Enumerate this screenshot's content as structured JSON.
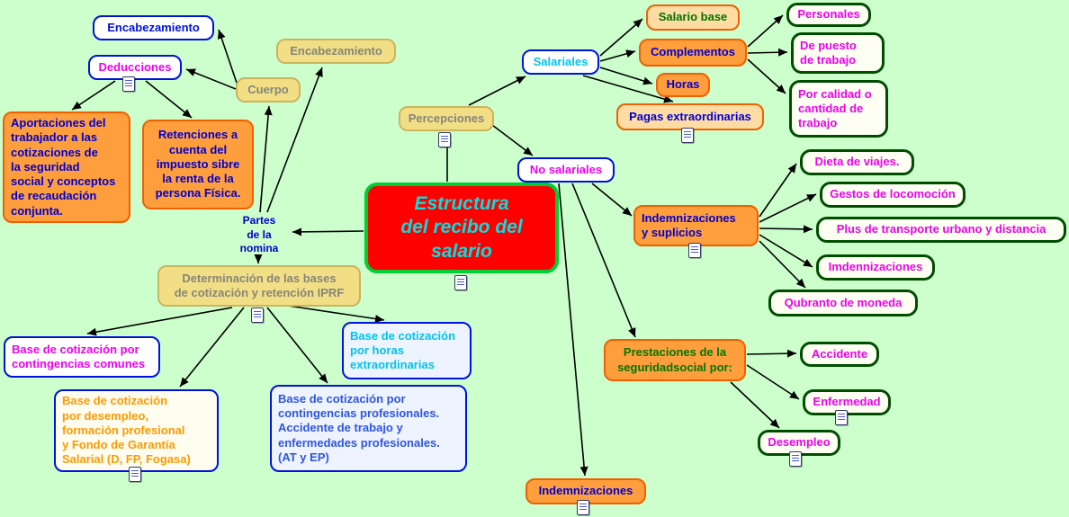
{
  "app": {
    "type": "concept-map"
  },
  "central_topic": "Estructura del recibo del salario",
  "colors": {
    "background": "#ccffcc",
    "central_bg": "#ff0000",
    "central_border": "#00cc33",
    "central_text": "#00e0e0",
    "blue_border": "#0011dd",
    "orange_fill": "#ff9e3d",
    "orange_border": "#f06000",
    "tan_fill": "#f2df85",
    "green_border": "#004d00",
    "magenta_text": "#ee00ee",
    "blue_text": "#0000d0"
  },
  "icons": {
    "resource": "document-icon"
  },
  "nodes": {
    "enc_blue": {
      "label": "Encabezamiento"
    },
    "deducciones": {
      "label": "Deducciones"
    },
    "enc_tan": {
      "label": "Encabezamiento"
    },
    "cuerpo": {
      "label": "Cuerpo"
    },
    "aportaciones": {
      "label": "Aportaciones del\ntrabajador a las\ncotizaciones de\nla seguridad\nsocial y conceptos\nde recaudación\nconjunta."
    },
    "retenciones": {
      "label": "Retenciones a\ncuenta del\nimpuesto sibre\nla renta de la\npersona Física."
    },
    "partes": {
      "label": "Partes\nde la\nnomina"
    },
    "determinacion": {
      "label": "Determinación de las bases\nde cotización y retención IPRF"
    },
    "base_comunes": {
      "label": "Base de cotización por\ncontingencias comunes"
    },
    "base_horas": {
      "label": "Base de cotización\npor horas\nextraordinarias"
    },
    "base_desempleo": {
      "label": "Base de cotización\npor desempleo,\nformación profesional\ny Fondo de Garantía\nSalarial (D, FP, Fogasa)"
    },
    "base_profesionales": {
      "label": "Base de cotización por\ncontingencias profesionales.\nAccidente de trabajo y\nenfermedades profesionales.\n(AT y EP)"
    },
    "percepciones": {
      "label": "Percepciones"
    },
    "central": {
      "label": "Estructura\ndel recibo del\nsalario"
    },
    "salariales": {
      "label": "Salariales"
    },
    "no_salariales": {
      "label": "No salariales"
    },
    "salario_base": {
      "label": "Salario base"
    },
    "complementos": {
      "label": "Complementos"
    },
    "horas": {
      "label": "Horas"
    },
    "pagas": {
      "label": "Pagas extraordinarias"
    },
    "personales": {
      "label": "Personales"
    },
    "puesto": {
      "label": "De puesto\nde trabajo"
    },
    "calidad": {
      "label": "Por calidad o\ncantidad de\ntrabajo"
    },
    "dieta": {
      "label": "Dieta de viajes."
    },
    "gestos": {
      "label": "Gestos de locomoción"
    },
    "plus": {
      "label": "Plus de transporte urbano y distancia"
    },
    "imdennizaciones": {
      "label": "Imdennizaciones"
    },
    "qubranto": {
      "label": "Qubranto de moneda"
    },
    "indem_suplicios": {
      "label": "Indemnizaciones\ny suplicios"
    },
    "prestaciones": {
      "label": "Prestaciones de la\nseguridadsocial por:"
    },
    "accidente": {
      "label": "Accidente"
    },
    "enfermedad": {
      "label": "Enfermedad"
    },
    "desempleo": {
      "label": "Desempleo"
    },
    "indemnizaciones": {
      "label": "Indemnizaciones"
    }
  }
}
